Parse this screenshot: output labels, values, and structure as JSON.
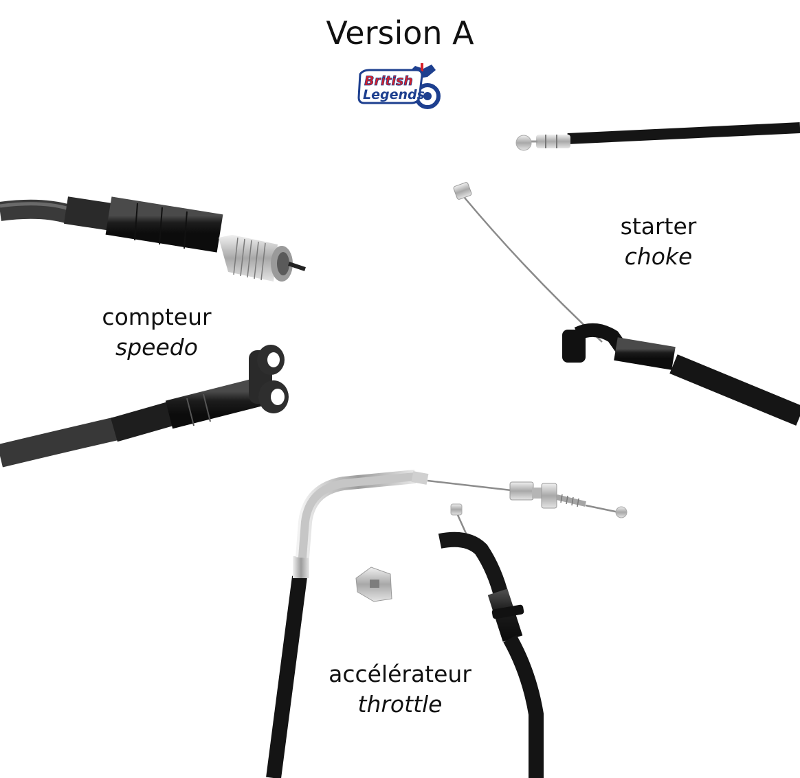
{
  "title": "Version A",
  "logo": {
    "line1": "British",
    "line2": "Legends",
    "colors": {
      "primary": "#1d3f8f",
      "accent": "#d6202a"
    }
  },
  "labels": {
    "speedo": {
      "fr": "compteur",
      "en": "speedo"
    },
    "choke": {
      "fr": "starter",
      "en": "choke"
    },
    "throttle": {
      "fr": "accélérateur",
      "en": "throttle"
    }
  },
  "colors": {
    "background": "#ffffff",
    "cable": "#1a1a1a",
    "metal": "#b8b8b8"
  }
}
